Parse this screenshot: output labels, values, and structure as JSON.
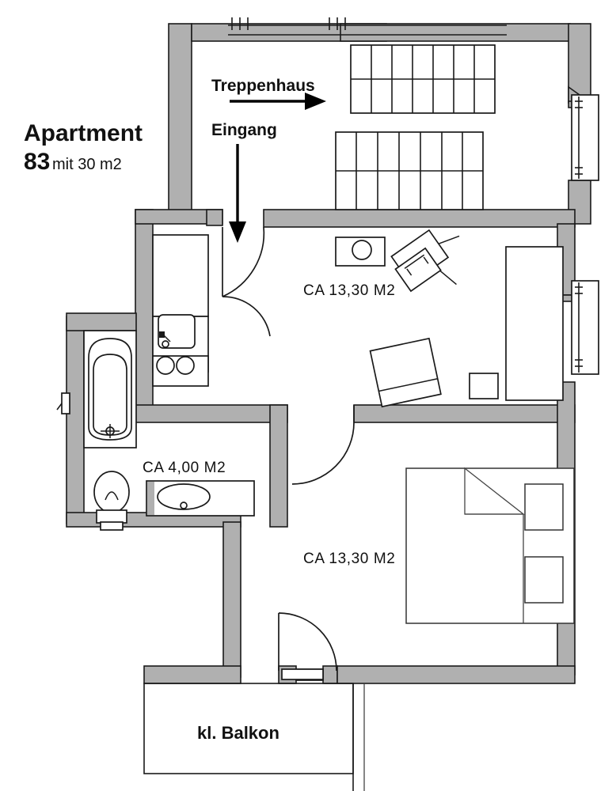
{
  "plan": {
    "title_line1": "Apartment",
    "title_number": "83",
    "title_suffix": "mit 30 m2",
    "nav_stairwell": "Treppenhaus",
    "nav_entrance": "Eingang",
    "rooms": [
      {
        "key": "living",
        "area_label": "CA 13,30 M2"
      },
      {
        "key": "bath",
        "area_label": "CA 4,00 M2"
      },
      {
        "key": "bedroom",
        "area_label": "CA 13,30 M2"
      },
      {
        "key": "balcony",
        "area_label": "kl. Balkon"
      }
    ],
    "colors": {
      "wall_fill": "#b0b0b0",
      "line": "#1a1a1a",
      "background": "#ffffff",
      "fixture_fill": "#ffffff"
    }
  }
}
